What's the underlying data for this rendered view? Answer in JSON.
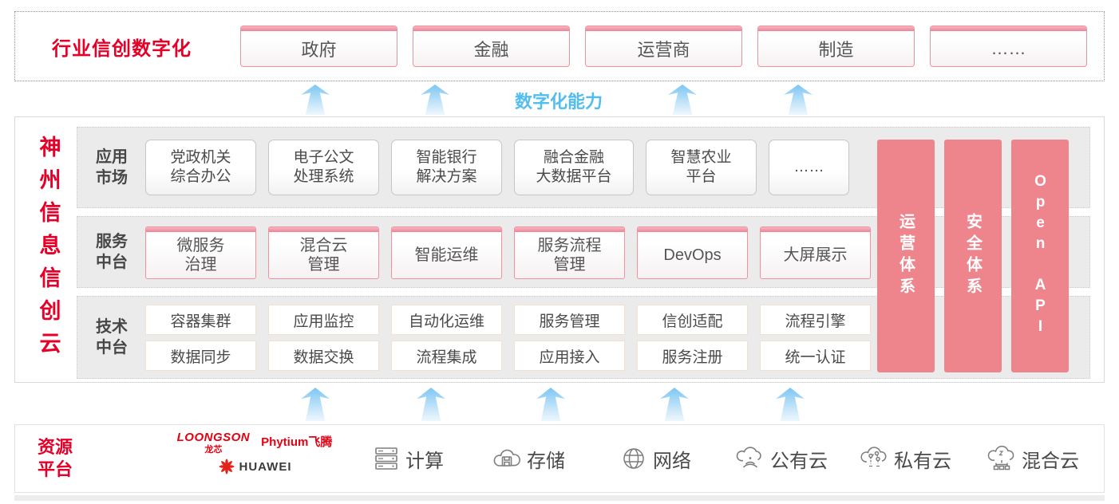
{
  "colors": {
    "accent_red": "#e60028",
    "pillar_pink": "#ee858d",
    "capability_blue": "#53bdf0",
    "vendor_red": "#e60012"
  },
  "top_band": {
    "title": "行业信创数字化",
    "industries": [
      "政府",
      "金融",
      "运营商",
      "制造",
      "……"
    ]
  },
  "capability_label": "数字化能力",
  "platform": {
    "title": "神州信息信创云",
    "app_row": {
      "label": "应用\n市场",
      "items": [
        "党政机关\n综合办公",
        "电子公文\n处理系统",
        "智能银行\n解决方案",
        "融合金融\n大数据平台",
        "智慧农业\n平台",
        "……"
      ]
    },
    "service_row": {
      "label": "服务\n中台",
      "items": [
        "微服务\n治理",
        "混合云\n管理",
        "智能运维",
        "服务流程\n管理",
        "DevOps",
        "大屏展示"
      ]
    },
    "tech_row": {
      "label": "技术\n中台",
      "row1": [
        "容器集群",
        "应用监控",
        "自动化运维",
        "服务管理",
        "信创适配",
        "流程引擎"
      ],
      "row2": [
        "数据同步",
        "数据交换",
        "流程集成",
        "应用接入",
        "服务注册",
        "统一认证"
      ]
    },
    "pillars": [
      "运营体系",
      "安全体系",
      "Open API"
    ]
  },
  "resources": {
    "label": "资源\n平台",
    "vendors": {
      "loongson": "LOONGSON",
      "loongson_sub": "龙芯",
      "phytium": "Phytium飞腾",
      "huawei": "HUAWEI"
    },
    "items": [
      {
        "icon": "compute-icon",
        "label": "计算"
      },
      {
        "icon": "storage-icon",
        "label": "存储"
      },
      {
        "icon": "network-icon",
        "label": "网络"
      },
      {
        "icon": "public-cloud-icon",
        "label": "公有云"
      },
      {
        "icon": "private-cloud-icon",
        "label": "私有云"
      },
      {
        "icon": "hybrid-cloud-icon",
        "label": "混合云"
      }
    ]
  }
}
